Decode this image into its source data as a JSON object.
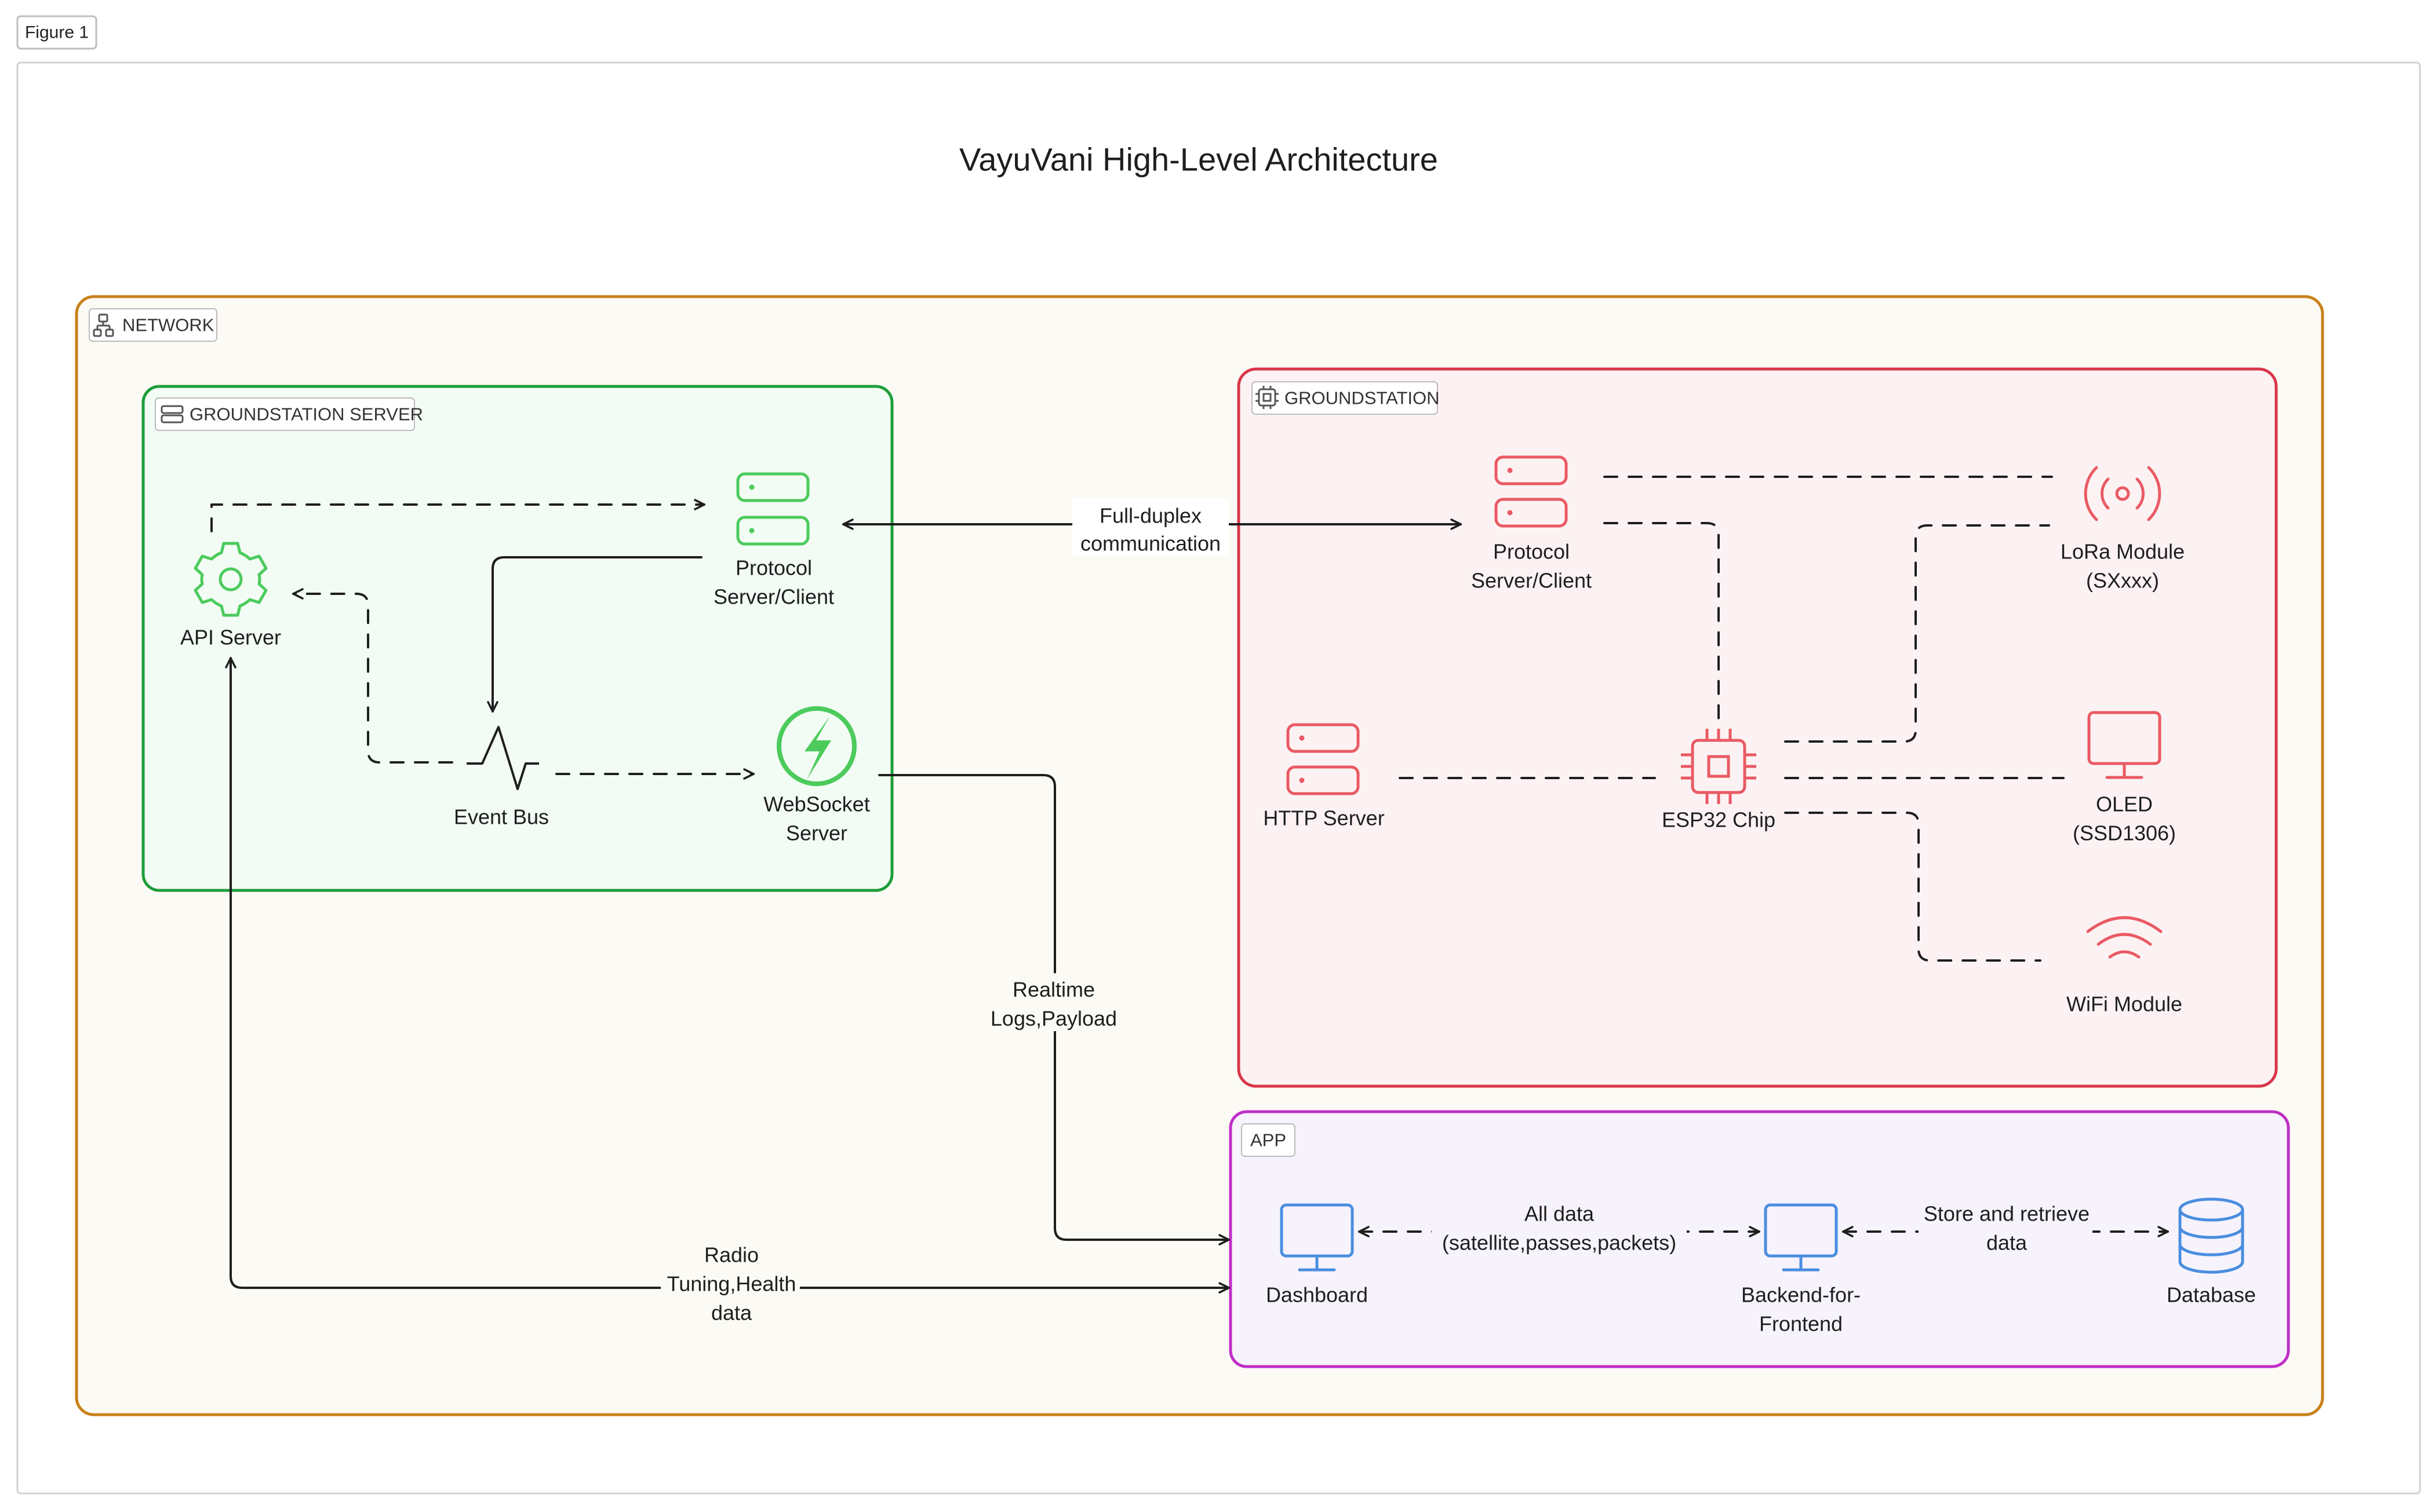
{
  "figure_tab": "Figure 1",
  "title": "VayuVani High-Level Architecture",
  "containers": {
    "network": "NETWORK",
    "groundstation_server": "GROUNDSTATION SERVER",
    "groundstation": "GROUNDSTATION",
    "app": "APP"
  },
  "nodes": {
    "api_server": "API Server",
    "gss_protocol": [
      "Protocol",
      "Server/Client"
    ],
    "event_bus": "Event Bus",
    "websocket": [
      "WebSocket",
      "Server"
    ],
    "gs_protocol": [
      "Protocol",
      "Server/Client"
    ],
    "lora": [
      "LoRa Module",
      "(SXxxx)"
    ],
    "http_server": "HTTP Server",
    "esp32": "ESP32 Chip",
    "oled": [
      "OLED",
      "(SSD1306)"
    ],
    "wifi": "WiFi Module",
    "dashboard": "Dashboard",
    "bff": [
      "Backend-for-",
      "Frontend"
    ],
    "database": "Database"
  },
  "edge_labels": {
    "full_duplex": [
      "Full-duplex",
      "communication"
    ],
    "realtime": [
      "Realtime",
      "Logs,Payload"
    ],
    "radio": [
      "Radio",
      "Tuning,Health",
      "data"
    ],
    "all_data": [
      "All data",
      "(satellite,passes,packets)"
    ],
    "store": [
      "Store and retrieve",
      "data"
    ]
  },
  "colors": {
    "network": "#c8811a",
    "network_fill": "#fcfaf4",
    "groundstation_server": "#1e9e3a",
    "groundstation_server_fill": "#f2fbf4",
    "groundstation": "#d9364b",
    "groundstation_fill": "#fcf2f3",
    "app": "#bf2fc7",
    "app_fill": "#f7f3fc",
    "green_icon": "#4ccb5c",
    "red_icon": "#ea5a63",
    "blue_icon": "#4a8ee0"
  }
}
